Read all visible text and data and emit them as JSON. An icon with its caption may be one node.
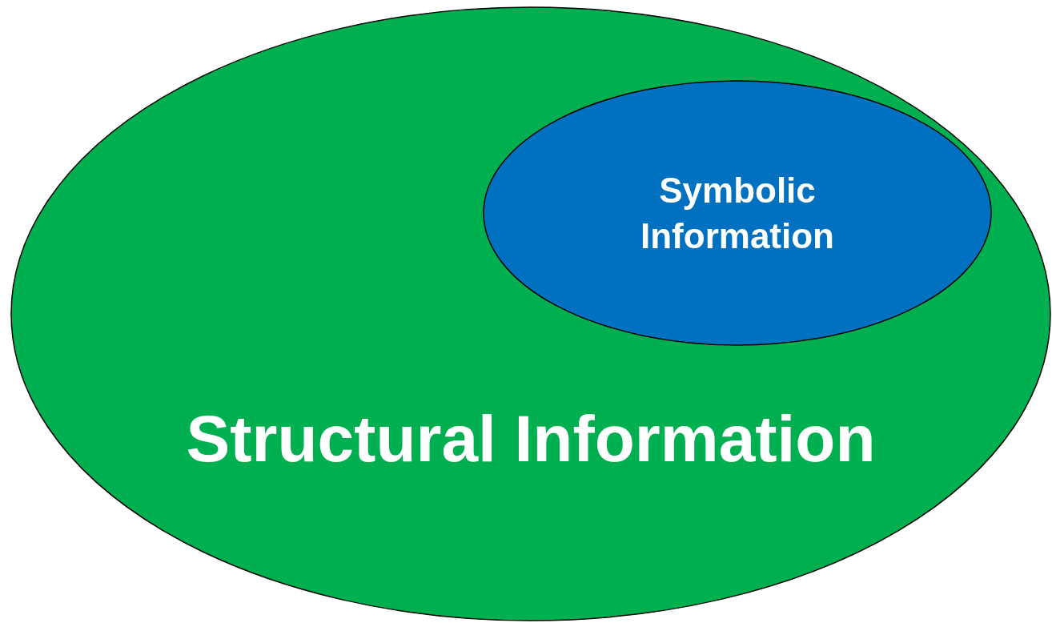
{
  "diagram": {
    "nodes": [
      {
        "text": [
          "Structural Information"
        ]
      },
      {
        "text": [
          "Symbolic Information"
        ],
        "in": 0
      }
    ]
  }
}
